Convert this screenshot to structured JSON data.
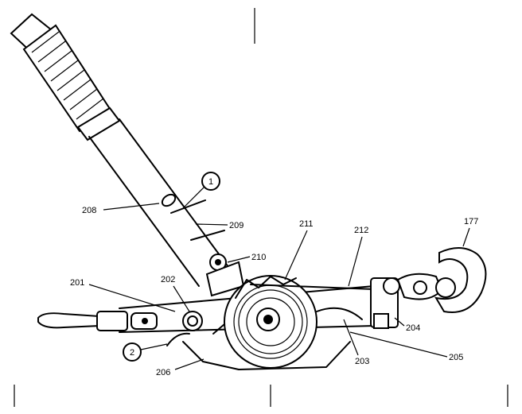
{
  "callouts": {
    "c177": "177",
    "c201": "201",
    "c202": "202",
    "c203": "203",
    "c204": "204",
    "c205": "205",
    "c206": "206",
    "c208": "208",
    "c209": "209",
    "c210": "210",
    "c211": "211",
    "c212": "212",
    "circle1": "1",
    "circle2": "2"
  }
}
